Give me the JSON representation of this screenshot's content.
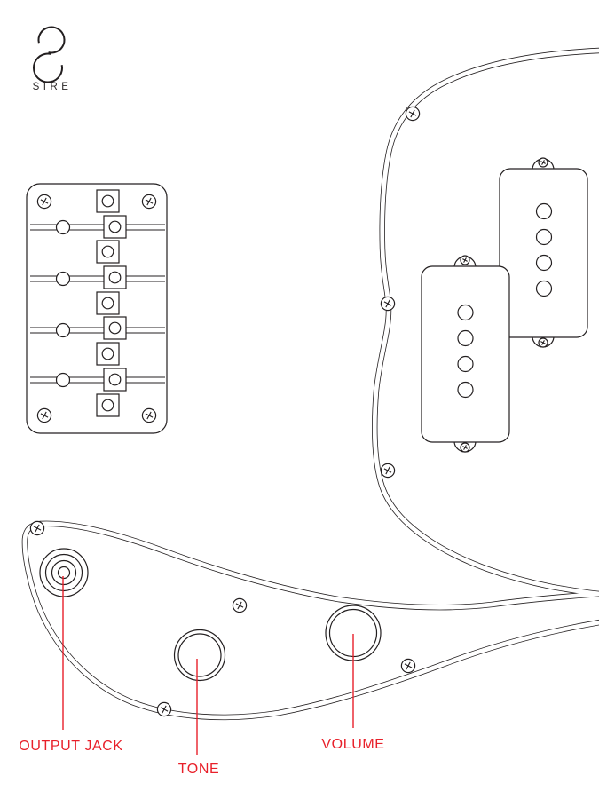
{
  "brand": {
    "name": "SIRE"
  },
  "labels": {
    "output_jack": "OUTPUT JACK",
    "tone": "TONE",
    "volume": "VOLUME"
  },
  "colors": {
    "line": "#231f20",
    "callout_red": "#e8202a",
    "background": "#ffffff"
  }
}
